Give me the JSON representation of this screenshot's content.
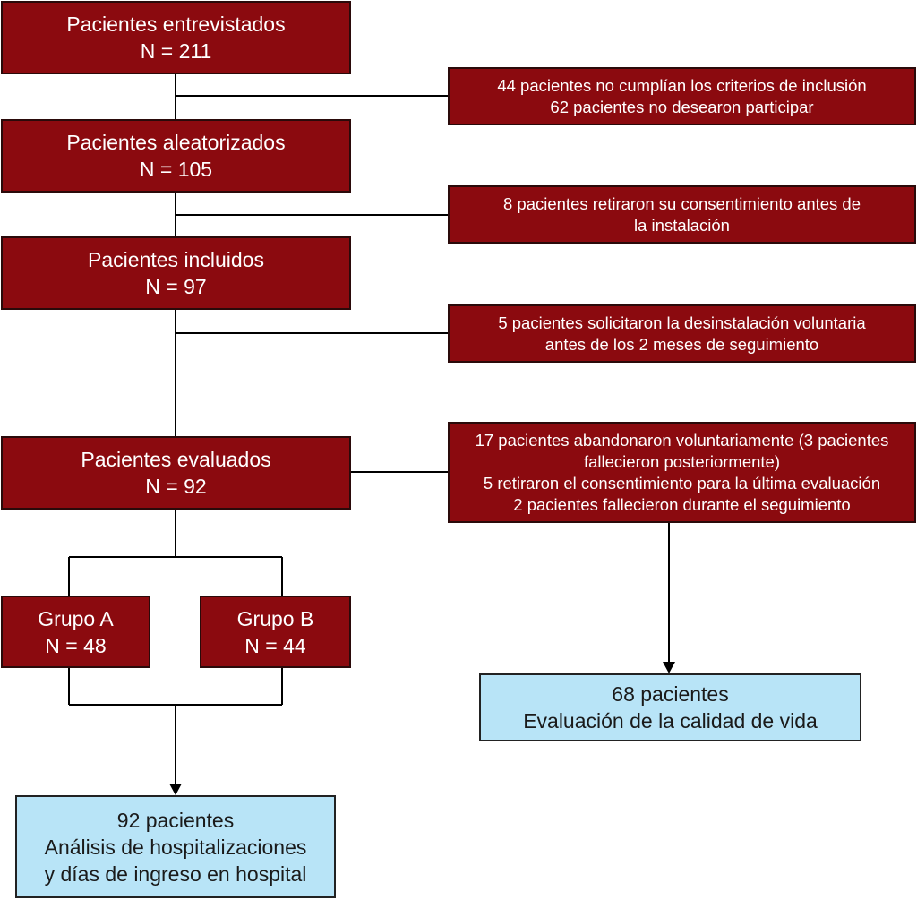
{
  "colors": {
    "box_red": "#8b0a0f",
    "box_blue": "#b8e4f7",
    "line": "#000000"
  },
  "boxes": {
    "entrevistados": {
      "title": "Pacientes entrevistados",
      "n": "N = 211"
    },
    "aleatorizados": {
      "title": "Pacientes aleatorizados",
      "n": "N = 105"
    },
    "incluidos": {
      "title": "Pacientes incluidos",
      "n": "N = 97"
    },
    "evaluados": {
      "title": "Pacientes evaluados",
      "n": "N = 92"
    },
    "grupo_a": {
      "title": "Grupo A",
      "n": "N = 48"
    },
    "grupo_b": {
      "title": "Grupo B",
      "n": "N = 44"
    },
    "exclusion1": {
      "line1": "44 pacientes no cumplían los criterios de inclusión",
      "line2": "62 pacientes no desearon participar"
    },
    "exclusion2": {
      "line1": "8 pacientes retiraron su consentimiento antes de",
      "line2": "la instalación"
    },
    "exclusion3": {
      "line1": "5 pacientes solicitaron la desinstalación voluntaria",
      "line2": "antes de los 2 meses de seguimiento"
    },
    "exclusion4": {
      "line1": "17 pacientes abandonaron voluntariamente (3 pacientes",
      "line2": "fallecieron posteriormente)",
      "line3": "5 retiraron el consentimiento para la última evaluación",
      "line4": "2 pacientes fallecieron durante el seguimiento"
    },
    "resultado_hospital": {
      "line1": "92 pacientes",
      "line2": "Análisis de hospitalizaciones",
      "line3": "y días de ingreso en hospital"
    },
    "resultado_calidad": {
      "line1": "68 pacientes",
      "line2": "Evaluación de la calidad de vida"
    }
  }
}
